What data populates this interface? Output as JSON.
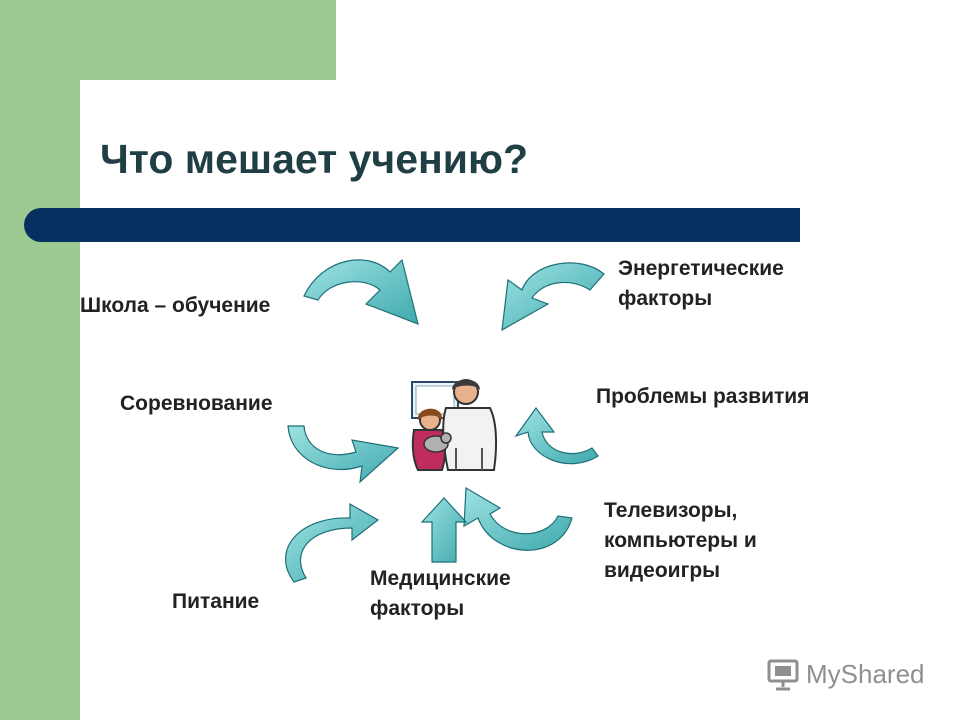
{
  "title": "Что мешает учению?",
  "labels": {
    "school": "Школа – обучение",
    "energy": [
      "Энергетические",
      "факторы"
    ],
    "competition": "Соревнование",
    "development": "Проблемы развития",
    "tv": [
      "Телевизоры,",
      "компьютеры и",
      "видеоигры"
    ],
    "nutrition": "Питание",
    "medical": [
      "Медицинские",
      "факторы"
    ]
  },
  "center_image": "teacher-with-children-clipart",
  "watermark": {
    "text": "MyShared",
    "icon": "presentation-board-icon"
  },
  "colors": {
    "sidebar": "#9cca92",
    "title_bar": "#063060",
    "title_text": "#1f3f45",
    "arrow_fill": "#5fc3c5",
    "arrow_stroke": "#1f6f78"
  }
}
